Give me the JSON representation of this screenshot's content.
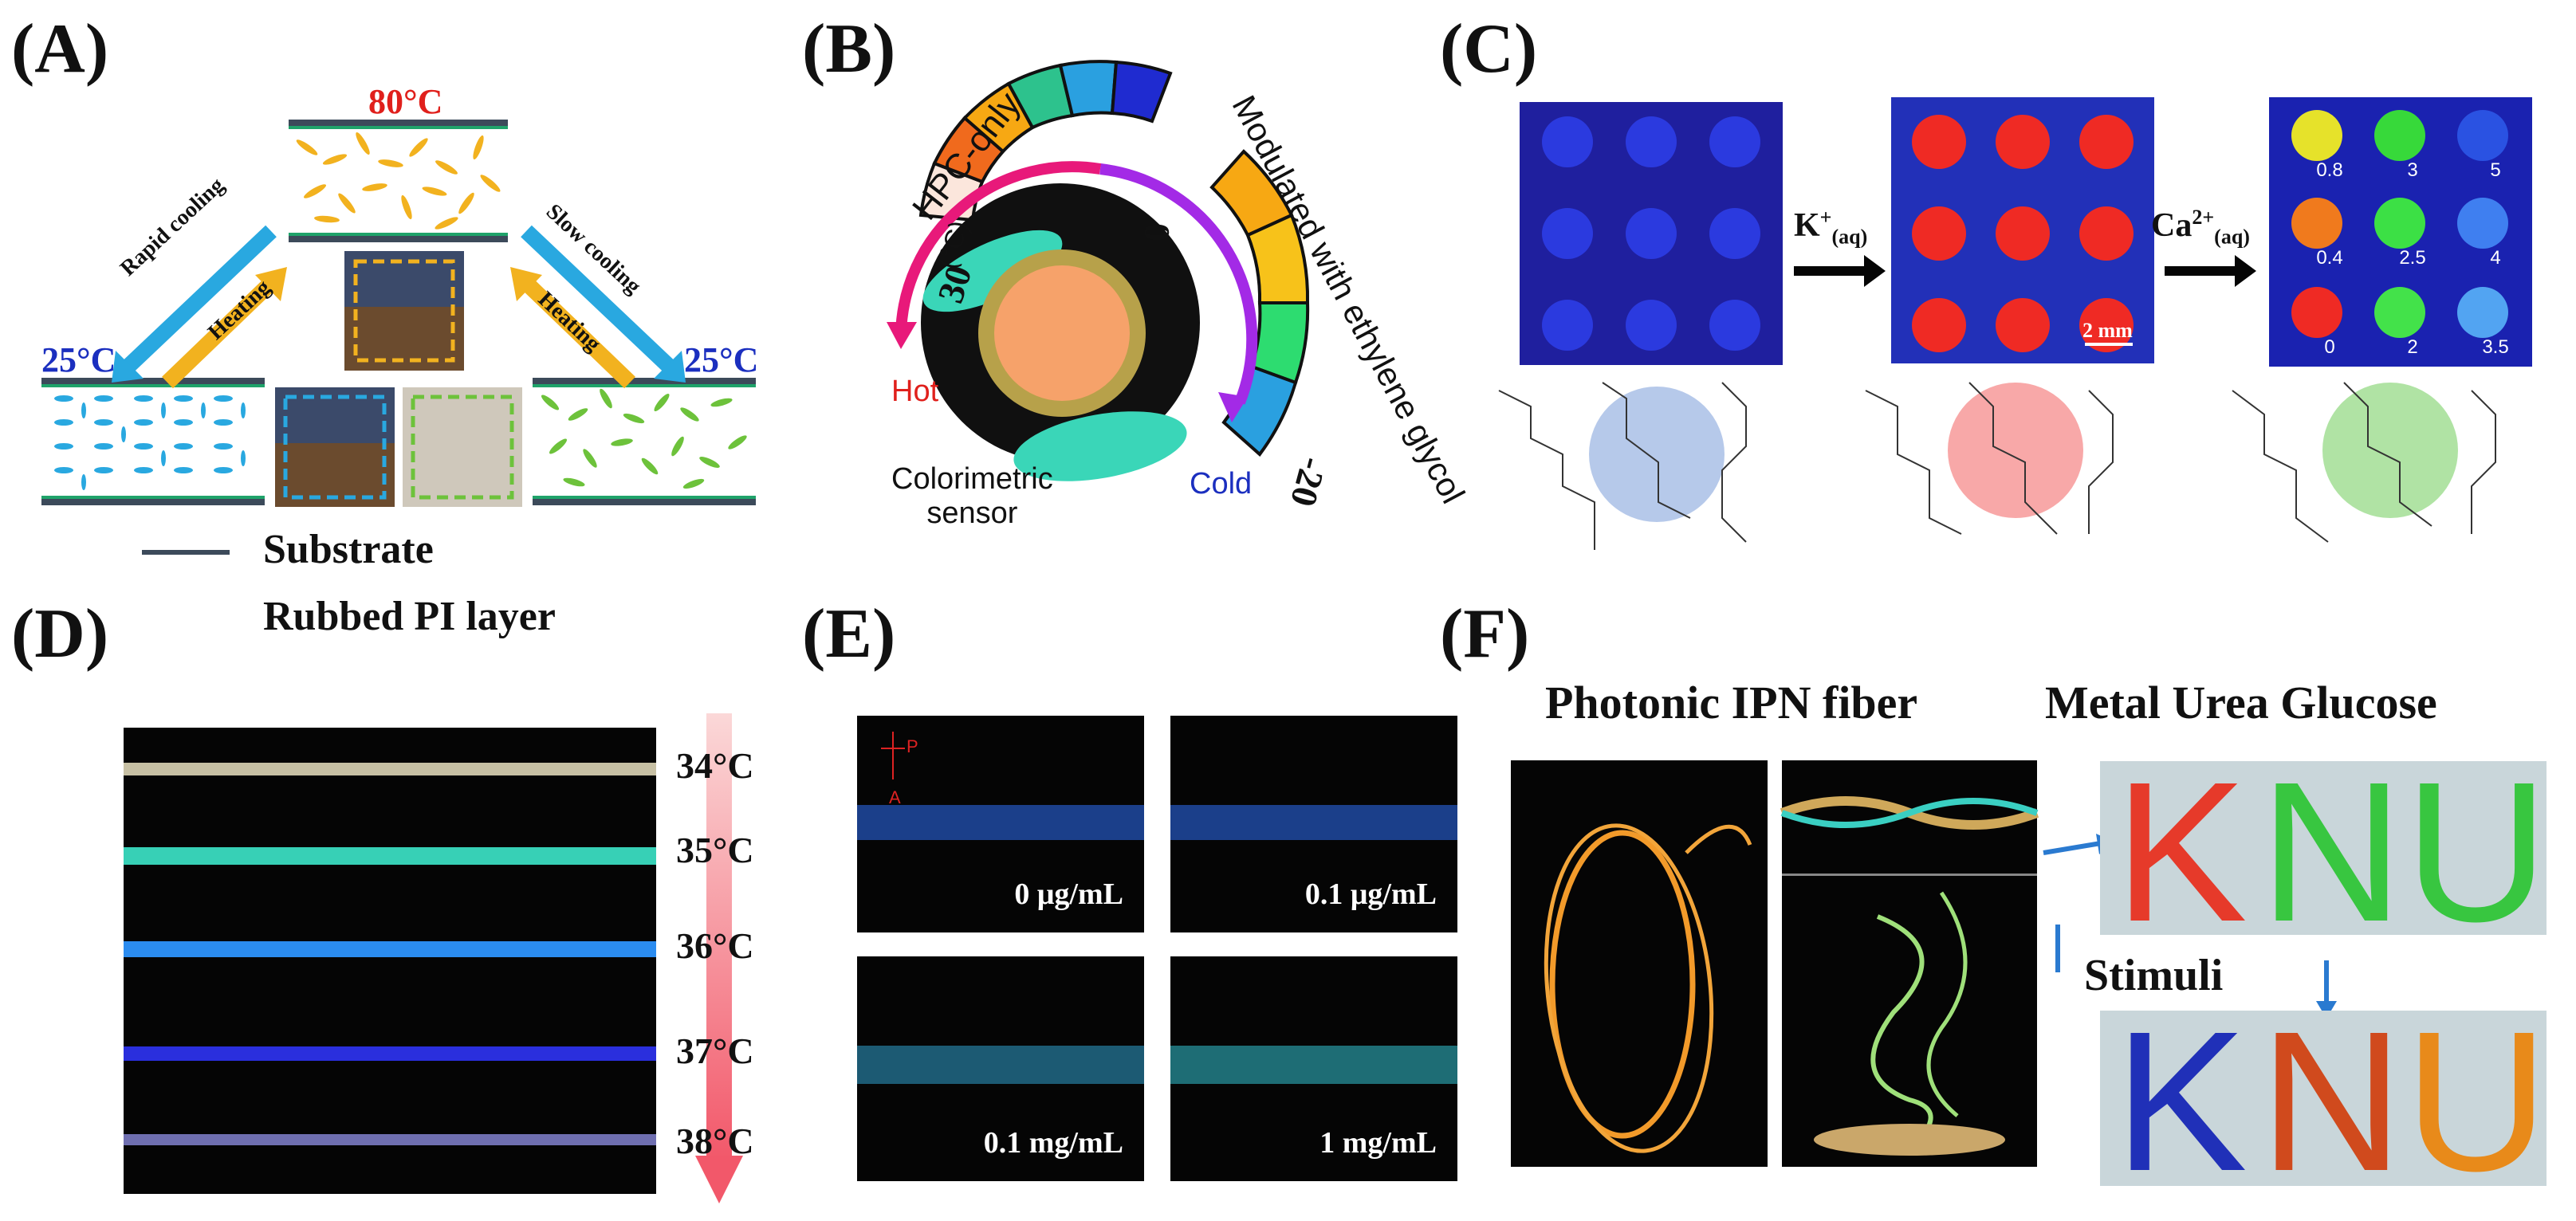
{
  "panels": {
    "A": {
      "label": "(A)",
      "temp_top": "80°C",
      "temp_left": "25°C",
      "temp_right": "25°C",
      "arrow_rapid_cooling": "Rapid cooling",
      "arrow_heating_left": "Heating",
      "arrow_slow_cooling": "Slow cooling",
      "arrow_heating_right": "Heating",
      "legend_substrate": "Substrate",
      "legend_pi": "Rubbed PI layer",
      "colors": {
        "hot_text": "#e0201c",
        "cold_text": "#1b2fbf",
        "substrate": "#3c4a5a",
        "pi_layer": "#1fa36a",
        "cooling_arrow": "#29a8e0",
        "heating_arrow": "#f2b21f"
      }
    },
    "B": {
      "label": "(B)",
      "hpc_only": "HPC-only",
      "unit": "(°C)",
      "top_value": "30",
      "zero_value": "0",
      "modulated": "Modulated with ethylene glycol",
      "bottom_value": "-20",
      "hot": "Hot",
      "cold": "Cold",
      "sensor_line1": "Colorimetric",
      "sensor_line2": "sensor"
    },
    "C": {
      "label": "(C)",
      "k_ion": "K",
      "k_sup": "+",
      "k_sub": "(aq)",
      "ca_ion": "Ca",
      "ca_sup": "2+",
      "ca_sub": "(aq)",
      "scale": "2 mm",
      "grid_values": [
        "0.8",
        "3",
        "5",
        "0.4",
        "2.5",
        "4",
        "0",
        "2",
        "3.5"
      ]
    },
    "D": {
      "label": "(D)",
      "temps": [
        "34°C",
        "35°C",
        "36°C",
        "37°C",
        "38°C"
      ]
    },
    "E": {
      "label": "(E)",
      "p_label": "P",
      "a_label": "A",
      "concentrations": [
        "0 μg/mL",
        "0.1 μg/mL",
        "0.1 mg/mL",
        "1 mg/mL"
      ]
    },
    "F": {
      "label": "(F)",
      "title_left": "Photonic IPN fiber",
      "title_right": "Metal Urea Glucose",
      "stimuli": "Stimuli",
      "knu_letters": [
        "K",
        "N",
        "U"
      ]
    }
  }
}
